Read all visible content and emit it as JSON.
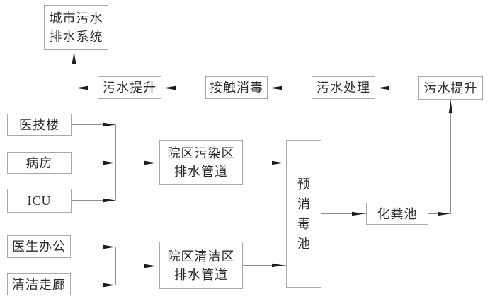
{
  "diagram": {
    "colors": {
      "background": "#ffffff",
      "box_border": "#a9a9a9",
      "line": "#8f8f8f",
      "arrowhead": "#1c1c1c",
      "text": "#2b2b2b"
    },
    "nodes": {
      "city_sewer": "城市污水\n排水系统",
      "lift_left": "污水提升",
      "contact_disinfection": "接触消毒",
      "sewage_treatment": "污水处理",
      "lift_right": "污水提升",
      "medical_building": "医技楼",
      "ward": "病房",
      "icu": "ICU",
      "doctor_office": "医生办公",
      "clean_corridor": "清洁走廊",
      "polluted_pipes": "院区污染区\n排水管道",
      "clean_pipes": "院区清洁区\n排水管道",
      "pre_disinfection_tank": "预\n消\n毒\n池",
      "septic_tank": "化粪池"
    },
    "edges": [
      {
        "from": "lift_left",
        "to": "city_sewer"
      },
      {
        "from": "contact_disinfection",
        "to": "lift_left"
      },
      {
        "from": "sewage_treatment",
        "to": "contact_disinfection"
      },
      {
        "from": "lift_right",
        "to": "sewage_treatment"
      },
      {
        "from": "medical_building",
        "to": "polluted_pipes"
      },
      {
        "from": "ward",
        "to": "polluted_pipes"
      },
      {
        "from": "icu",
        "to": "polluted_pipes"
      },
      {
        "from": "polluted_pipes",
        "to": "pre_disinfection_tank"
      },
      {
        "from": "doctor_office",
        "to": "clean_pipes"
      },
      {
        "from": "clean_corridor",
        "to": "clean_pipes"
      },
      {
        "from": "clean_pipes",
        "to": "pre_disinfection_tank"
      },
      {
        "from": "pre_disinfection_tank",
        "to": "septic_tank"
      },
      {
        "from": "septic_tank",
        "to": "lift_right"
      }
    ]
  }
}
